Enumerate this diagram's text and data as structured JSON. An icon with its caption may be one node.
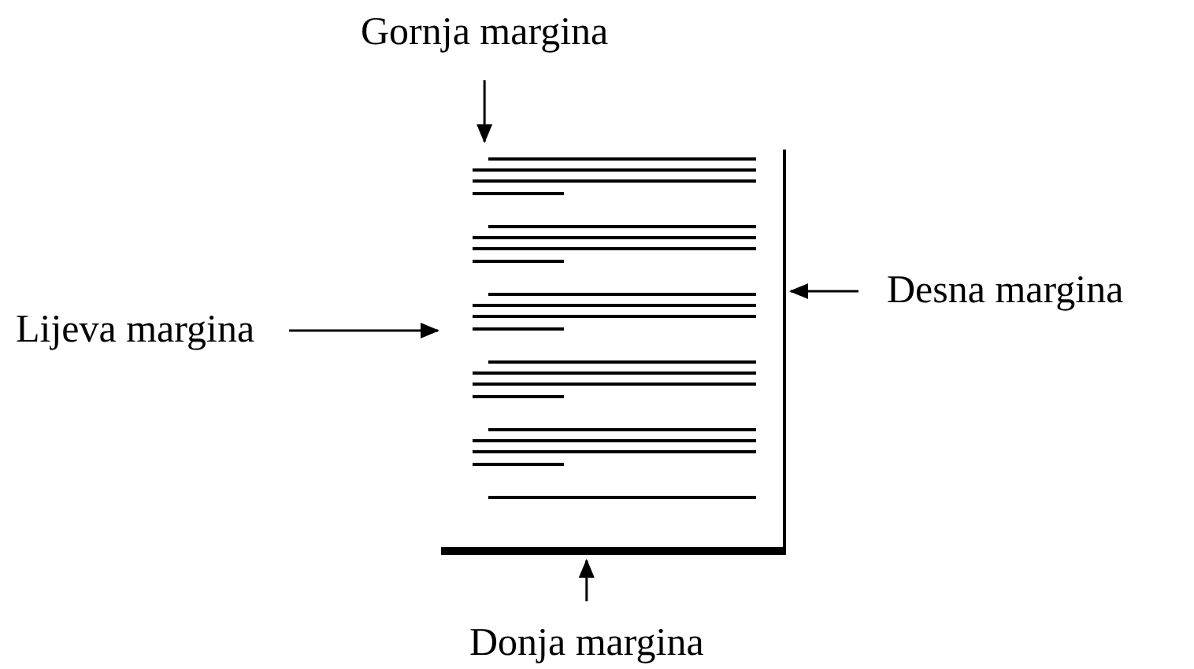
{
  "diagram": {
    "nodes": [
      {
        "text": [
          "Gornja margina"
        ]
      },
      {
        "text": [
          "Lijeva margina"
        ]
      },
      {
        "text": [
          "Desna margina"
        ]
      },
      {
        "text": [
          "Donja margina"
        ]
      },
      {
        "text": [],
        "shape": "picture"
      }
    ],
    "edges": [
      {
        "from": 0,
        "to": 4,
        "arrow": "to"
      },
      {
        "from": 1,
        "to": 4,
        "arrow": "to"
      },
      {
        "from": 2,
        "to": 4,
        "arrow": "to"
      },
      {
        "from": 3,
        "to": 4,
        "arrow": "to"
      }
    ]
  }
}
